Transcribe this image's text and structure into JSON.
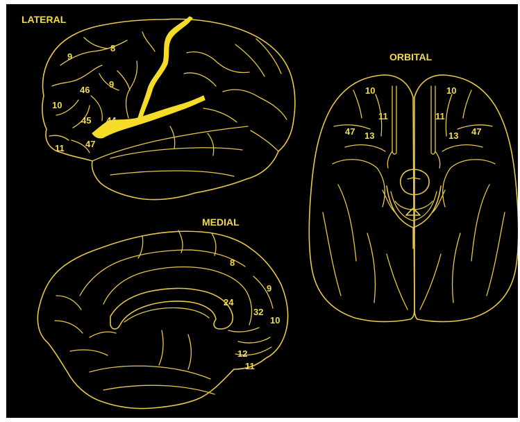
{
  "colors": {
    "background": "#000000",
    "line": "#e8c84a",
    "highlight": "#f5dc28"
  },
  "views": {
    "lateral": {
      "title": "LATERAL",
      "areas": [
        {
          "id": "9a",
          "label": "9"
        },
        {
          "id": "8",
          "label": "8"
        },
        {
          "id": "9b",
          "label": "9"
        },
        {
          "id": "46",
          "label": "46"
        },
        {
          "id": "10",
          "label": "10"
        },
        {
          "id": "45",
          "label": "45"
        },
        {
          "id": "44",
          "label": "44"
        },
        {
          "id": "47",
          "label": "47"
        },
        {
          "id": "11",
          "label": "11"
        }
      ]
    },
    "orbital": {
      "title": "ORBITAL",
      "areas": [
        {
          "id": "10L",
          "label": "10"
        },
        {
          "id": "10R",
          "label": "10"
        },
        {
          "id": "11L",
          "label": "11"
        },
        {
          "id": "11R",
          "label": "11"
        },
        {
          "id": "47L",
          "label": "47"
        },
        {
          "id": "13L",
          "label": "13"
        },
        {
          "id": "13R",
          "label": "13"
        },
        {
          "id": "47R",
          "label": "47"
        }
      ]
    },
    "medial": {
      "title": "MEDIAL",
      "areas": [
        {
          "id": "8",
          "label": "8"
        },
        {
          "id": "9",
          "label": "9"
        },
        {
          "id": "24",
          "label": "24"
        },
        {
          "id": "32",
          "label": "32"
        },
        {
          "id": "10",
          "label": "10"
        },
        {
          "id": "12",
          "label": "12"
        },
        {
          "id": "11",
          "label": "11"
        }
      ]
    }
  }
}
